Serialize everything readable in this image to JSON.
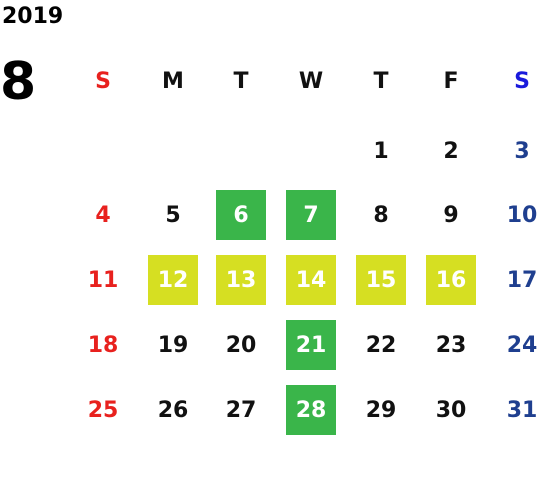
{
  "calendar": {
    "year": "2019",
    "month": "8",
    "weekdays": [
      "S",
      "M",
      "T",
      "W",
      "T",
      "F",
      "S"
    ],
    "weekday_colors": [
      "#e8211e",
      "#111111",
      "#111111",
      "#111111",
      "#111111",
      "#111111",
      "#1a1adc"
    ],
    "weeks": [
      [
        "",
        "",
        "",
        "",
        "1",
        "2",
        "3"
      ],
      [
        "4",
        "5",
        "6",
        "7",
        "8",
        "9",
        "10"
      ],
      [
        "11",
        "12",
        "13",
        "14",
        "15",
        "16",
        "17"
      ],
      [
        "18",
        "19",
        "20",
        "21",
        "22",
        "23",
        "24"
      ],
      [
        "25",
        "26",
        "27",
        "28",
        "29",
        "30",
        "31"
      ]
    ],
    "colors": {
      "sunday": "#e8211e",
      "saturday": "#1f3f8f",
      "weekday": "#111111",
      "green_highlight": "#3ab54a",
      "yellow_highlight": "#d6df22",
      "highlight_text": "#ffffff"
    },
    "highlights": {
      "green": [
        "6",
        "7",
        "21",
        "28"
      ],
      "yellow": [
        "12",
        "13",
        "14",
        "15",
        "16"
      ]
    }
  }
}
